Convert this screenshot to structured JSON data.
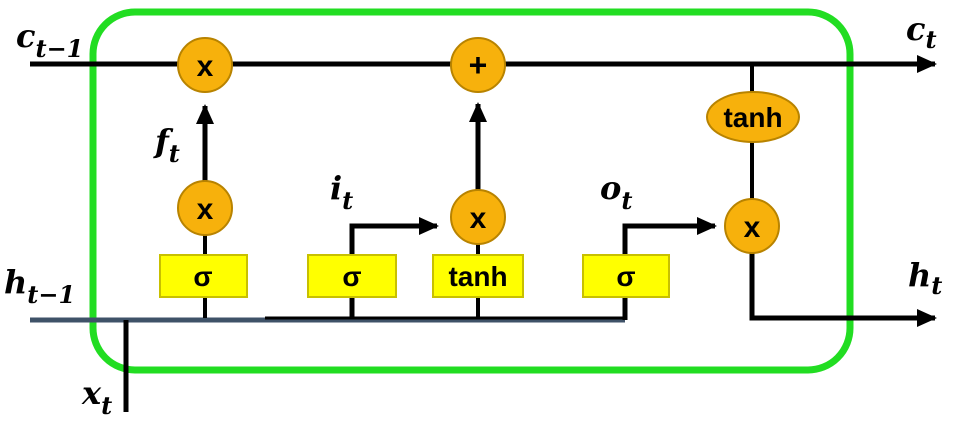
{
  "colors": {
    "frame": "#22dd22",
    "node_fill": "#f7b10c",
    "node_stroke": "#b88300",
    "gate_fill": "#ffff00",
    "gate_stroke": "#c8c000",
    "input_line": "#3f5268",
    "line": "#000000"
  },
  "labels": {
    "c_prev": {
      "base": "c",
      "sub": "t−1"
    },
    "c_next": {
      "base": "c",
      "sub": "t"
    },
    "h_prev": {
      "base": "h",
      "sub": "t−1"
    },
    "h_next": {
      "base": "h",
      "sub": "t"
    },
    "x_in": {
      "base": "x",
      "sub": "t"
    },
    "forget": {
      "base": "f",
      "sub": "t"
    },
    "input": {
      "base": "i",
      "sub": "t"
    },
    "output": {
      "base": "o",
      "sub": "t"
    }
  },
  "nodes": {
    "forget_multiply": "x",
    "cell_add": "+",
    "forget_gate_multiply": "x",
    "input_multiply": "x",
    "output_multiply": "x",
    "cell_tanh": "tanh"
  },
  "gates": {
    "forget_sigma": "σ",
    "input_sigma": "σ",
    "candidate_tanh": "tanh",
    "output_sigma": "σ"
  },
  "icons": {
    "arrowhead": "arrow-icon"
  }
}
